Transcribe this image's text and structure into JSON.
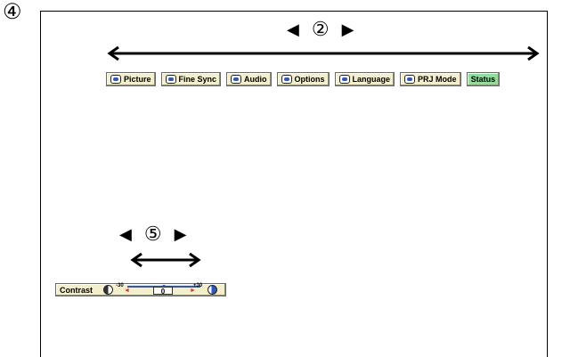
{
  "step_labels": {
    "outer": "④",
    "menu_nav": "②",
    "adjust_nav": "⑤"
  },
  "nav_glyphs": {
    "left": "◀",
    "right": "▶"
  },
  "menu": {
    "tabs": [
      {
        "label": "Picture",
        "icon": "picture-icon",
        "active": false
      },
      {
        "label": "Fine Sync",
        "icon": "fine-sync-icon",
        "active": false
      },
      {
        "label": "Audio",
        "icon": "audio-speaker-icon",
        "active": false
      },
      {
        "label": "Options",
        "icon": "options-icon",
        "active": false
      },
      {
        "label": "Language",
        "icon": "language-speech-icon",
        "active": false
      },
      {
        "label": "PRJ Mode",
        "icon": "projector-mode-icon",
        "active": false
      },
      {
        "label": "Status",
        "icon": "",
        "active": true
      }
    ]
  },
  "adjustment": {
    "label": "Contrast",
    "min_label": "-30",
    "max_label": "+30",
    "value": "0",
    "min": -30,
    "max": 30,
    "current": 0
  },
  "colors": {
    "tab_bg": "#f3eecb",
    "active_tab_bg": "#8be09a",
    "accent_blue": "#2a56c6",
    "marker_red": "#e0312b"
  }
}
